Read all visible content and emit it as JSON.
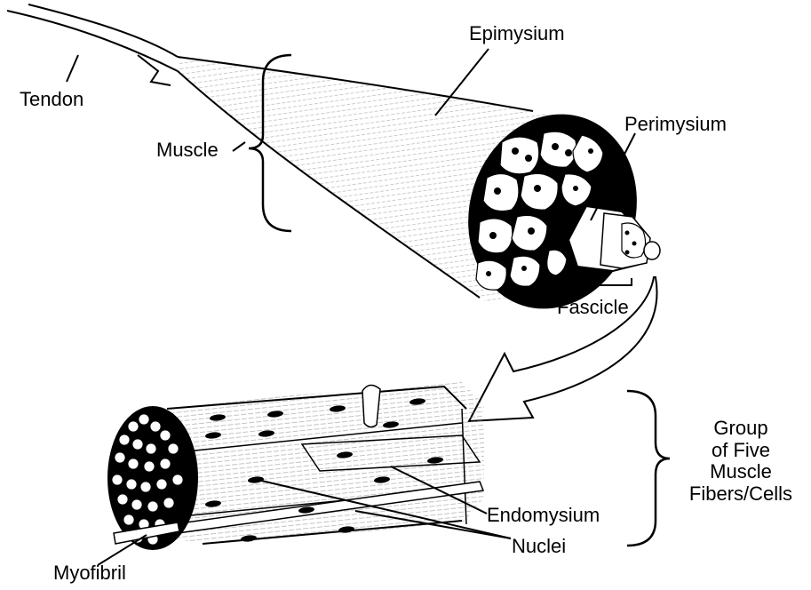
{
  "diagram": {
    "labels": {
      "tendon": "Tendon",
      "epimysium": "Epimysium",
      "muscle": "Muscle",
      "perimysium": "Perimysium",
      "fascicle": "Fascicle",
      "endomysium": "Endomysium",
      "nuclei": "Nuclei",
      "myofibril": "Myofibril",
      "group_lines": [
        "Group",
        "of Five",
        "Muscle",
        "Fibers/Cells"
      ]
    },
    "colors": {
      "ink": "#000000",
      "fill": "#ffffff"
    }
  }
}
